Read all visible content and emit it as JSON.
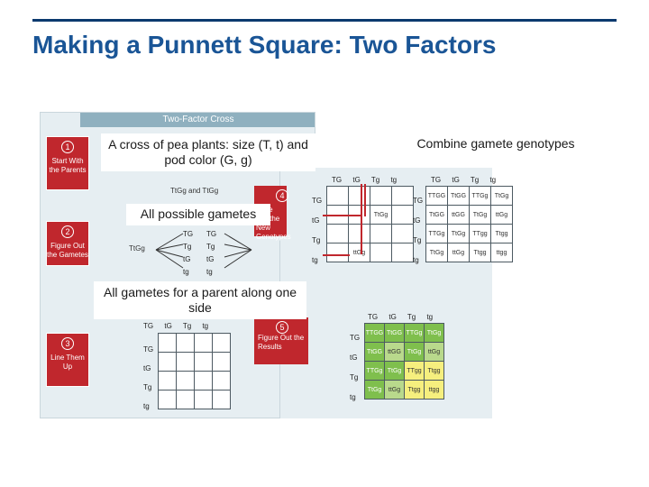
{
  "slide": {
    "title": "Making a Punnett Square: Two Factors"
  },
  "figure": {
    "header": "Two-Factor Cross",
    "steps": [
      {
        "num": "1",
        "label": "Start With the Parents"
      },
      {
        "num": "2",
        "label": "Figure Out the Gametes"
      },
      {
        "num": "3",
        "label": "Line Them Up"
      },
      {
        "num": "4",
        "label": "Write Out the New Genotypes"
      },
      {
        "num": "5",
        "label": "Figure Out the Results"
      }
    ],
    "parents": "TtGg and TtGg",
    "parent_genotype": "TtGg",
    "gametes": [
      "TG",
      "Tg",
      "tG",
      "tg"
    ],
    "step4_cells": [
      "TtGg",
      "ttGg"
    ],
    "result_rows": [
      [
        "TTGG",
        "TtGG",
        "TTGg",
        "TtGg"
      ],
      [
        "TtGG",
        "ttGG",
        "TtGg",
        "ttGg"
      ],
      [
        "TTGg",
        "TtGg",
        "TTgg",
        "Ttgg"
      ],
      [
        "TtGg",
        "ttGg",
        "Ttgg",
        "ttgg"
      ]
    ],
    "filled_rows": [
      [
        "TTGG",
        "TtGG",
        "TTGg",
        "TtGg"
      ],
      [
        "TtGG",
        "ttGG",
        "TtGg",
        "ttGg"
      ],
      [
        "TTGg",
        "TtGg",
        "TTgg",
        "Ttgg"
      ],
      [
        "TtGg",
        "ttGg",
        "Ttgg",
        "ttgg"
      ]
    ]
  },
  "callouts": {
    "cross": "A cross of pea plants: size (T, t) and pod color (G, g)",
    "gametes": "All possible gametes",
    "side": "All gametes for a parent along one side",
    "combine": "Combine gamete genotypes"
  },
  "colors": {
    "title": "#1a5596",
    "rule": "#0b3a6e",
    "step": "#c0272d",
    "dominant_green": "#7fbf4d",
    "light_green": "#b9d98c",
    "yellow": "#f6ef7e"
  }
}
